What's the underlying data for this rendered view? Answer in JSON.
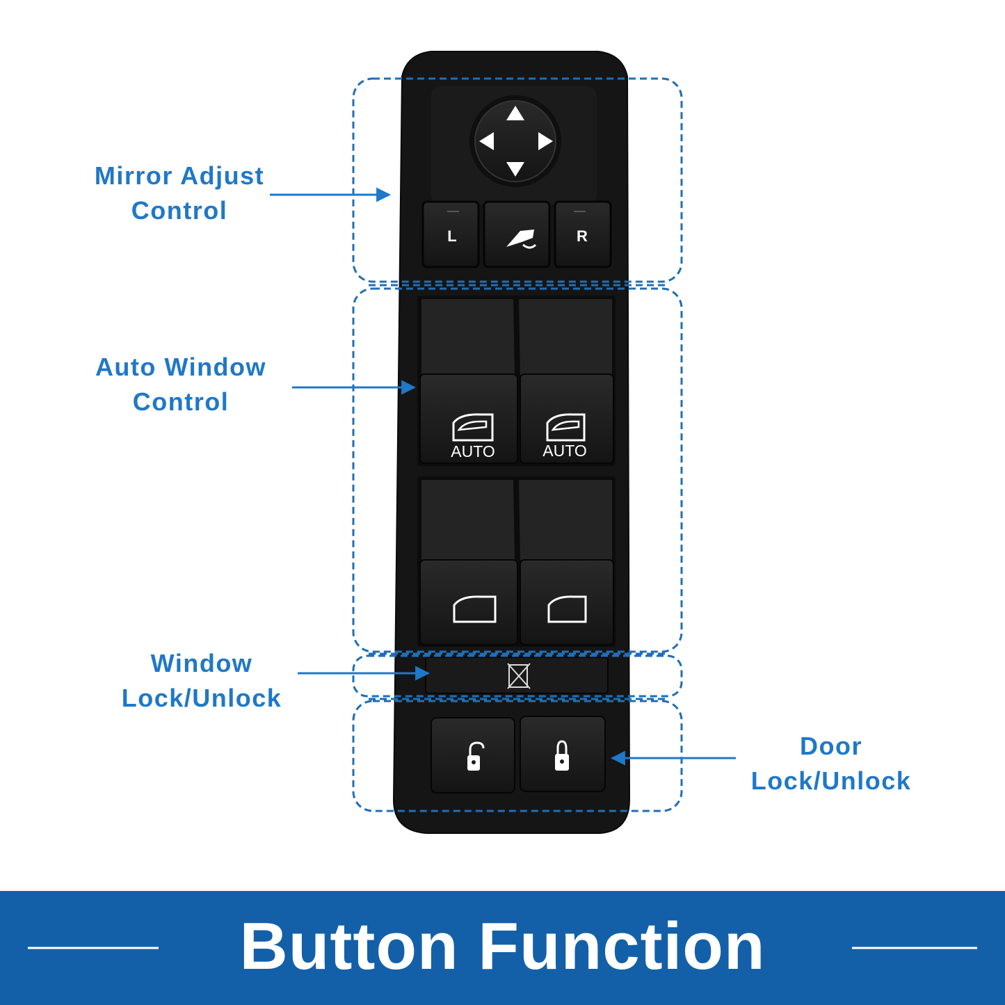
{
  "callouts": {
    "mirror": {
      "line1": "Mirror Adjust",
      "line2": "Control"
    },
    "window": {
      "line1": "Auto Window",
      "line2": "Control"
    },
    "lock": {
      "line1": "Window",
      "line2": "Lock/Unlock"
    },
    "door": {
      "line1": "Door",
      "line2": "Lock/Unlock"
    }
  },
  "switch": {
    "mirror_left_label": "L",
    "mirror_right_label": "R",
    "auto_label_front_left": "AUTO",
    "auto_label_front_right": "AUTO"
  },
  "banner": {
    "title": "Button Function"
  },
  "colors": {
    "accent": "#1f78c8",
    "banner_background": "#1460a8",
    "switch_body": "#141414",
    "switch_button": "#1e1e1e",
    "icon": "#ffffff"
  }
}
